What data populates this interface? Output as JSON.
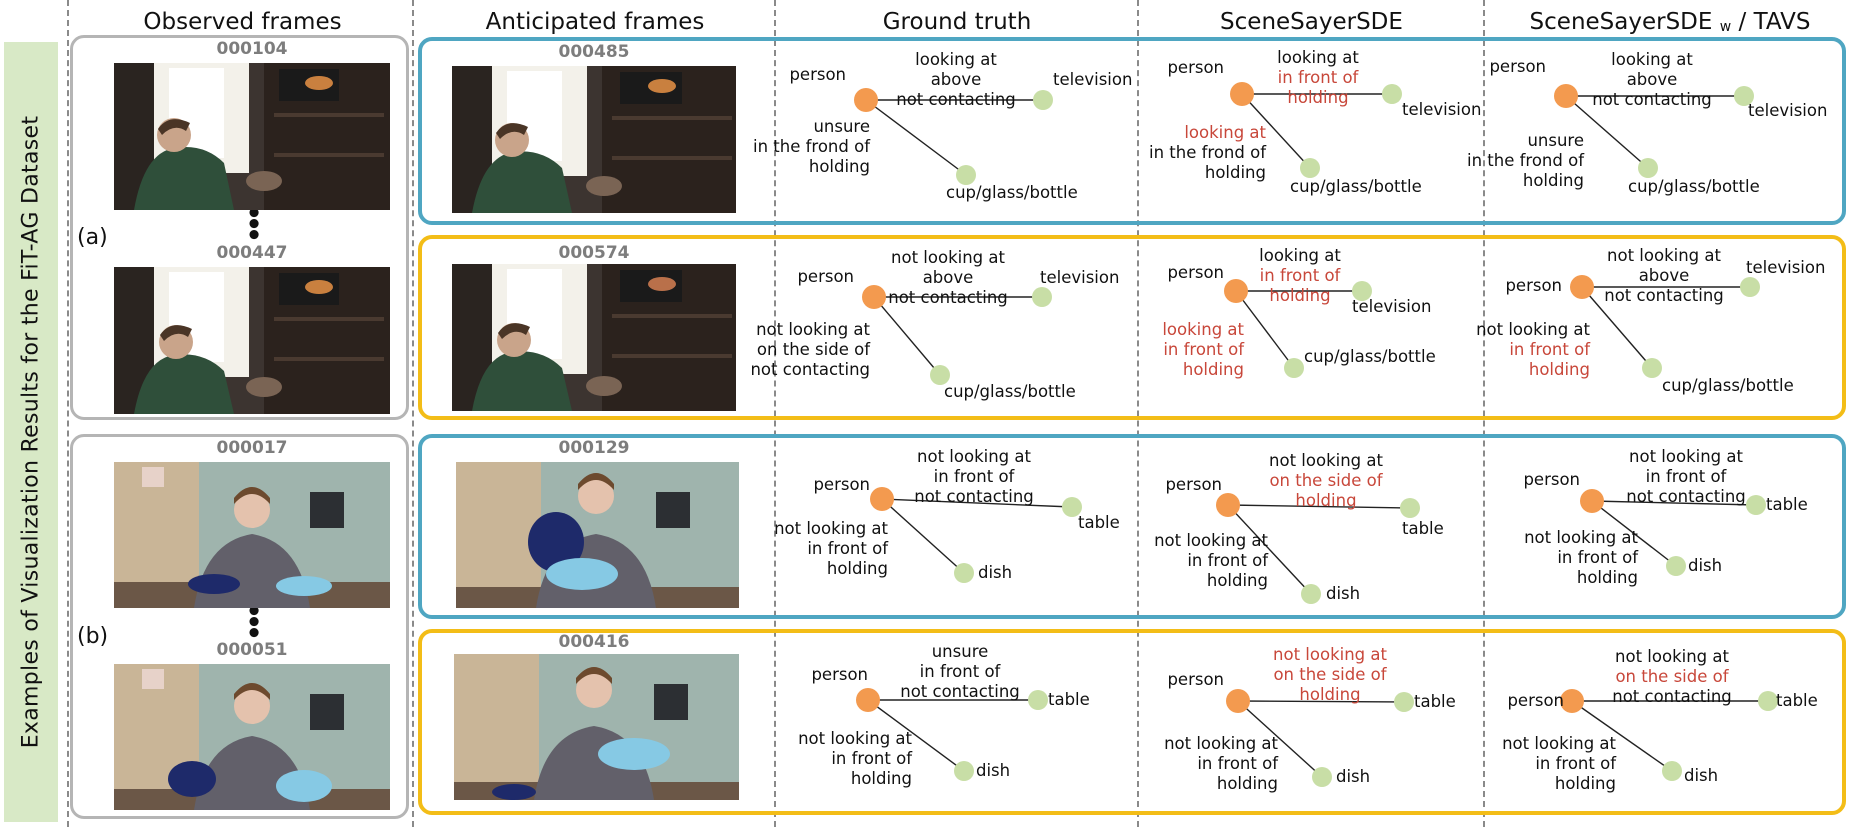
{
  "side_title": "Examples of Visualization Results for the FiT-AG Dataset",
  "headers": {
    "observed": "Observed frames",
    "anticipated": "Anticipated frames",
    "ground_truth": "Ground truth",
    "scenesayer": "SceneSayerSDE",
    "tavs_main": "SceneSayerSDE",
    "tavs_sub": "w",
    "tavs_tail": "/ TAVS"
  },
  "row_labels": {
    "a": "(a)",
    "b": "(b)"
  },
  "dots": "•\n•\n•",
  "frames": {
    "obs_a1": "000104",
    "obs_a2": "000447",
    "obs_b1": "000017",
    "obs_b2": "000051",
    "ant_1": "000485",
    "ant_2": "000574",
    "ant_3": "000129",
    "ant_4": "000416"
  },
  "colors": {
    "person_node": "#f39a4f",
    "object_node": "#c8dea6",
    "highlight_text": "#c8473a",
    "blue_box": "#4fa6c2",
    "yellow_box": "#f3bd17",
    "side_bar": "#d8e9c6"
  },
  "graphs": [
    {
      "id": "r1c1",
      "person": "person",
      "obj1": "television",
      "obj2": "cup/glass/bottle",
      "rel1": [
        {
          "t": "looking at",
          "hl": false
        },
        {
          "t": "above",
          "hl": false
        },
        {
          "t": "not contacting",
          "hl": false
        }
      ],
      "rel2": [
        {
          "t": "unsure",
          "hl": false
        },
        {
          "t": "in the frond of",
          "hl": false
        },
        {
          "t": "holding",
          "hl": false
        }
      ]
    },
    {
      "id": "r1c2",
      "person": "person",
      "obj1": "television",
      "obj2": "cup/glass/bottle",
      "rel1": [
        {
          "t": "looking at",
          "hl": false
        },
        {
          "t": "in front of",
          "hl": true
        },
        {
          "t": "holding",
          "hl": true
        }
      ],
      "rel2": [
        {
          "t": "looking at",
          "hl": true
        },
        {
          "t": "in the frond of",
          "hl": false
        },
        {
          "t": "holding",
          "hl": false
        }
      ]
    },
    {
      "id": "r1c3",
      "person": "person",
      "obj1": "television",
      "obj2": "cup/glass/bottle",
      "rel1": [
        {
          "t": "looking at",
          "hl": false
        },
        {
          "t": "above",
          "hl": false
        },
        {
          "t": "not contacting",
          "hl": false
        }
      ],
      "rel2": [
        {
          "t": "unsure",
          "hl": false
        },
        {
          "t": "in the frond of",
          "hl": false
        },
        {
          "t": "holding",
          "hl": false
        }
      ]
    },
    {
      "id": "r2c1",
      "person": "person",
      "obj1": "television",
      "obj2": "cup/glass/bottle",
      "rel1": [
        {
          "t": "not looking at",
          "hl": false
        },
        {
          "t": "above",
          "hl": false
        },
        {
          "t": "not contacting",
          "hl": false
        }
      ],
      "rel2": [
        {
          "t": "not looking at",
          "hl": false
        },
        {
          "t": "on the side of",
          "hl": false
        },
        {
          "t": "not contacting",
          "hl": false
        }
      ]
    },
    {
      "id": "r2c2",
      "person": "person",
      "obj1": "television",
      "obj2": "cup/glass/bottle",
      "rel1": [
        {
          "t": "looking at",
          "hl": false
        },
        {
          "t": "in front of",
          "hl": true
        },
        {
          "t": "holding",
          "hl": true
        }
      ],
      "rel2": [
        {
          "t": "looking at",
          "hl": true
        },
        {
          "t": "in front of",
          "hl": true
        },
        {
          "t": "holding",
          "hl": true
        }
      ]
    },
    {
      "id": "r2c3",
      "person": "person",
      "obj1": "television",
      "obj2": "cup/glass/bottle",
      "rel1": [
        {
          "t": "not looking at",
          "hl": false
        },
        {
          "t": "above",
          "hl": false
        },
        {
          "t": "not contacting",
          "hl": false
        }
      ],
      "rel2": [
        {
          "t": "not looking at",
          "hl": false
        },
        {
          "t": "in front of",
          "hl": true
        },
        {
          "t": "holding",
          "hl": true
        }
      ]
    },
    {
      "id": "r3c1",
      "person": "person",
      "obj1": "table",
      "obj2": "dish",
      "rel1": [
        {
          "t": "not looking at",
          "hl": false
        },
        {
          "t": "in front of",
          "hl": false
        },
        {
          "t": "not contacting",
          "hl": false
        }
      ],
      "rel2": [
        {
          "t": "not looking at",
          "hl": false
        },
        {
          "t": "in front of",
          "hl": false
        },
        {
          "t": "holding",
          "hl": false
        }
      ]
    },
    {
      "id": "r3c2",
      "person": "person",
      "obj1": "table",
      "obj2": "dish",
      "rel1": [
        {
          "t": "not looking at",
          "hl": false
        },
        {
          "t": "on the side of",
          "hl": true
        },
        {
          "t": "holding",
          "hl": true
        }
      ],
      "rel2": [
        {
          "t": "not looking at",
          "hl": false
        },
        {
          "t": "in front of",
          "hl": false
        },
        {
          "t": "holding",
          "hl": false
        }
      ]
    },
    {
      "id": "r3c3",
      "person": "person",
      "obj1": "table",
      "obj2": "dish",
      "rel1": [
        {
          "t": "not looking at",
          "hl": false
        },
        {
          "t": "in front of",
          "hl": false
        },
        {
          "t": "not contacting",
          "hl": false
        }
      ],
      "rel2": [
        {
          "t": "not looking at",
          "hl": false
        },
        {
          "t": "in front of",
          "hl": false
        },
        {
          "t": "holding",
          "hl": false
        }
      ]
    },
    {
      "id": "r4c1",
      "person": "person",
      "obj1": "table",
      "obj2": "dish",
      "rel1": [
        {
          "t": "unsure",
          "hl": false
        },
        {
          "t": "in front of",
          "hl": false
        },
        {
          "t": "not contacting",
          "hl": false
        }
      ],
      "rel2": [
        {
          "t": "not looking at",
          "hl": false
        },
        {
          "t": "in front of",
          "hl": false
        },
        {
          "t": "holding",
          "hl": false
        }
      ]
    },
    {
      "id": "r4c2",
      "person": "person",
      "obj1": "table",
      "obj2": "dish",
      "rel1": [
        {
          "t": "not looking at",
          "hl": true
        },
        {
          "t": "on the side of",
          "hl": true
        },
        {
          "t": "holding",
          "hl": true
        }
      ],
      "rel2": [
        {
          "t": "not looking at",
          "hl": false
        },
        {
          "t": "in front of",
          "hl": false
        },
        {
          "t": "holding",
          "hl": false
        }
      ]
    },
    {
      "id": "r4c3",
      "person": "person",
      "obj1": "table",
      "obj2": "dish",
      "rel1": [
        {
          "t": "not looking at",
          "hl": false
        },
        {
          "t": "on the side of",
          "hl": true
        },
        {
          "t": "not contacting",
          "hl": false
        }
      ],
      "rel2": [
        {
          "t": "not looking at",
          "hl": false
        },
        {
          "t": "in front of",
          "hl": false
        },
        {
          "t": "holding",
          "hl": false
        }
      ]
    }
  ]
}
